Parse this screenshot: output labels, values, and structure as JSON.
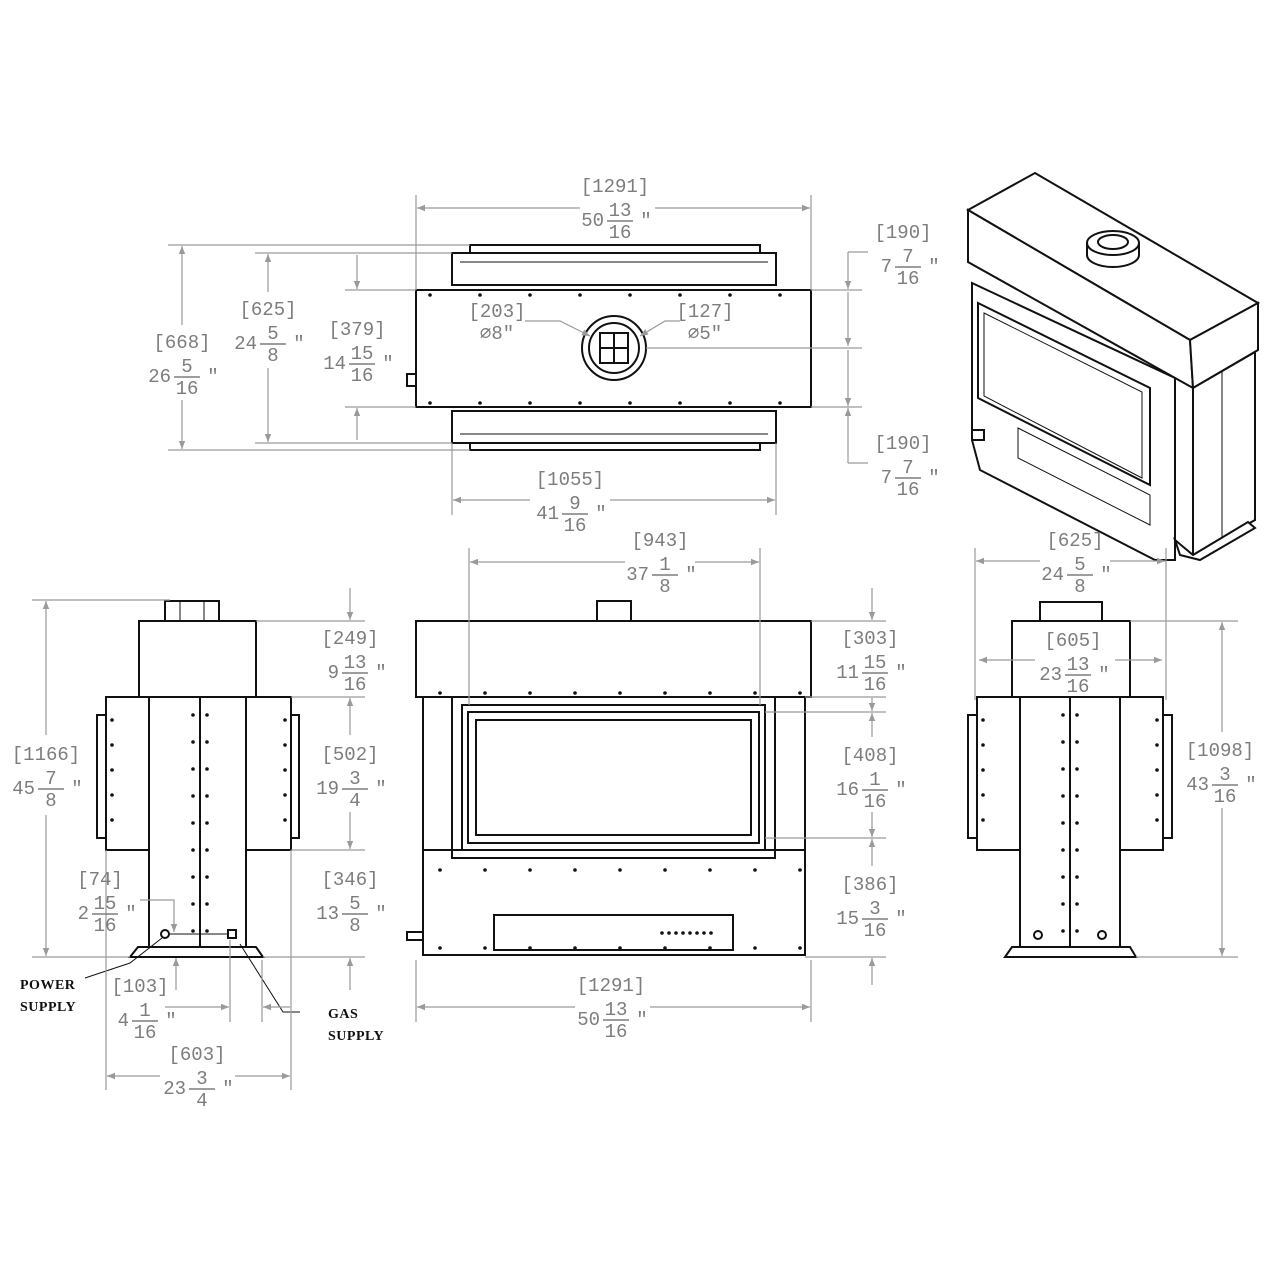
{
  "colors": {
    "outline": "#111111",
    "dimension": "#7d7d7d",
    "background": "#ffffff"
  },
  "callouts": {
    "power_line1": "POWER",
    "power_line2": "SUPPLY",
    "gas_line1": "GAS",
    "gas_line2": "SUPPLY"
  },
  "dims": [
    {
      "mm": "[1291]",
      "whole": "50",
      "num": "13",
      "den": "16"
    },
    {
      "mm": "[668]",
      "whole": "26",
      "num": "5",
      "den": "16"
    },
    {
      "mm": "[625]",
      "whole": "24",
      "num": "5",
      "den": "8"
    },
    {
      "mm": "[379]",
      "whole": "14",
      "num": "15",
      "den": "16"
    },
    {
      "mm": "[203]",
      "dia": "⌀8\""
    },
    {
      "mm": "[127]",
      "dia": "⌀5\""
    },
    {
      "mm": "[190]",
      "whole": "7",
      "num": "7",
      "den": "16"
    },
    {
      "mm": "[190]",
      "whole": "7",
      "num": "7",
      "den": "16"
    },
    {
      "mm": "[1055]",
      "whole": "41",
      "num": "9",
      "den": "16"
    },
    {
      "mm": "[943]",
      "whole": "37",
      "num": "1",
      "den": "8"
    },
    {
      "mm": "[303]",
      "whole": "11",
      "num": "15",
      "den": "16"
    },
    {
      "mm": "[408]",
      "whole": "16",
      "num": "1",
      "den": "16"
    },
    {
      "mm": "[386]",
      "whole": "15",
      "num": "3",
      "den": "16"
    },
    {
      "mm": "[1291]",
      "whole": "50",
      "num": "13",
      "den": "16"
    },
    {
      "mm": "[1166]",
      "whole": "45",
      "num": "7",
      "den": "8"
    },
    {
      "mm": "[249]",
      "whole": "9",
      "num": "13",
      "den": "16"
    },
    {
      "mm": "[502]",
      "whole": "19",
      "num": "3",
      "den": "4"
    },
    {
      "mm": "[346]",
      "whole": "13",
      "num": "5",
      "den": "8"
    },
    {
      "mm": "[74]",
      "whole": "2",
      "num": "15",
      "den": "16"
    },
    {
      "mm": "[103]",
      "whole": "4",
      "num": "1",
      "den": "16"
    },
    {
      "mm": "[603]",
      "whole": "23",
      "num": "3",
      "den": "4"
    },
    {
      "mm": "[625]",
      "whole": "24",
      "num": "5",
      "den": "8"
    },
    {
      "mm": "[605]",
      "whole": "23",
      "num": "13",
      "den": "16"
    },
    {
      "mm": "[1098]",
      "whole": "43",
      "num": "3",
      "den": "16"
    }
  ]
}
